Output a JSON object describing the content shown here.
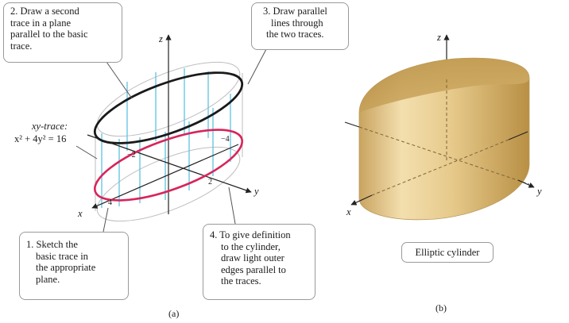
{
  "panel_a": {
    "callouts": {
      "step_1": [
        "1. Sketch the",
        "basic trace in",
        "the appropriate",
        "plane."
      ],
      "step_2": [
        "2. Draw a second",
        "trace in a plane",
        "parallel to the basic",
        "trace."
      ],
      "step_3": [
        "3. Draw parallel",
        "lines through",
        "the two traces."
      ],
      "step_4": [
        "4. To give definition",
        "to the cylinder,",
        "draw light outer",
        "edges parallel to",
        "the traces."
      ]
    },
    "xy_trace_label": "xy-trace:",
    "xy_trace_equation": "x² + 4y² = 16",
    "axis_labels": {
      "x": "x",
      "y": "y",
      "z": "z"
    },
    "tick_labels": {
      "x_neg": "−2",
      "x_pos": "4",
      "y_neg": "−4",
      "y_pos": "2"
    },
    "caption": "(a)"
  },
  "panel_b": {
    "shape_label": "Elliptic cylinder",
    "axis_labels": {
      "x": "x",
      "y": "y",
      "z": "z"
    },
    "caption": "(b)"
  },
  "colors": {
    "basic_trace": "#d8245a",
    "second_trace": "#1a1a1a",
    "rulings": "#5ec3e0",
    "outline": "#b5b5b5",
    "cylinder_fill": "#e2c88c"
  }
}
